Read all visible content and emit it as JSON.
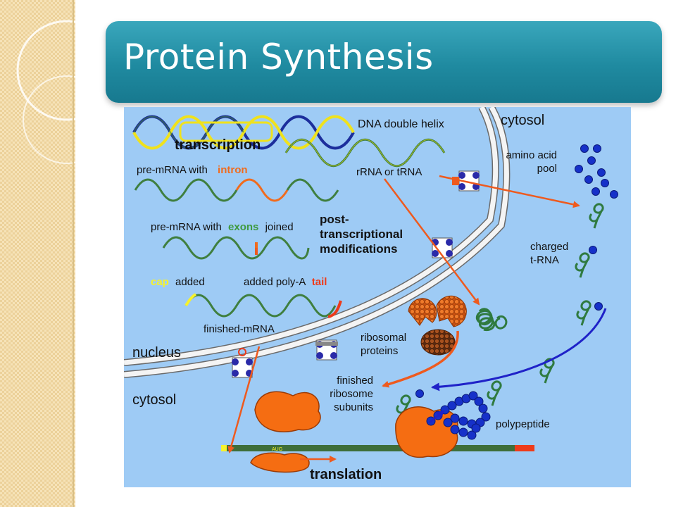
{
  "slide": {
    "title": "Protein Synthesis"
  },
  "diagram": {
    "labels": {
      "dna_double_helix": "DNA double helix",
      "transcription": "transcription",
      "cytosol_top": "cytosol",
      "amino_acid_pool": [
        "amino acid",
        "pool"
      ],
      "rrna_trna": "rRNA or tRNA",
      "pre_mrna_intron": {
        "text": "pre-mRNA  with",
        "highlight": "intron"
      },
      "pre_mrna_exons": {
        "before": "pre-mRNA with",
        "highlight": "exons",
        "after": "joined"
      },
      "post_transcriptional": [
        "post-",
        "transcriptional",
        "modifications"
      ],
      "charged_trna": [
        "charged",
        "t-RNA"
      ],
      "cap_added": {
        "highlight": "cap",
        "after": "added"
      },
      "poly_a_tail": {
        "before": "added poly-A",
        "highlight": "tail"
      },
      "finished_mrna": "finished-mRNA",
      "ribosomal_proteins": [
        "ribosomal",
        "proteins"
      ],
      "nucleus": "nucleus",
      "cytosol_bottom": "cytosol",
      "finished_ribosome_subunits": [
        "finished",
        "ribosome",
        "subunits"
      ],
      "polypeptide": "polypeptide",
      "aug_codon": "AUG",
      "translation": "translation"
    },
    "colors": {
      "background": "#9ecbf5",
      "title_bar": "#2796ad",
      "arrow_orange": "#ee5a1e",
      "arrow_blue": "#1f22c8",
      "helix_green": "#3f7f3f",
      "helix_yellow": "#f0e21c",
      "helix_blue": "#1c2e9c",
      "highlight_orange": "#f06b1d",
      "highlight_yellow": "#f7f22b",
      "ribosome_orange": "#f56d12",
      "amino_acid_blue": "#1631c9",
      "mrna_track": "#3e6e3a",
      "poly_a_red": "#ee3b1a"
    }
  }
}
